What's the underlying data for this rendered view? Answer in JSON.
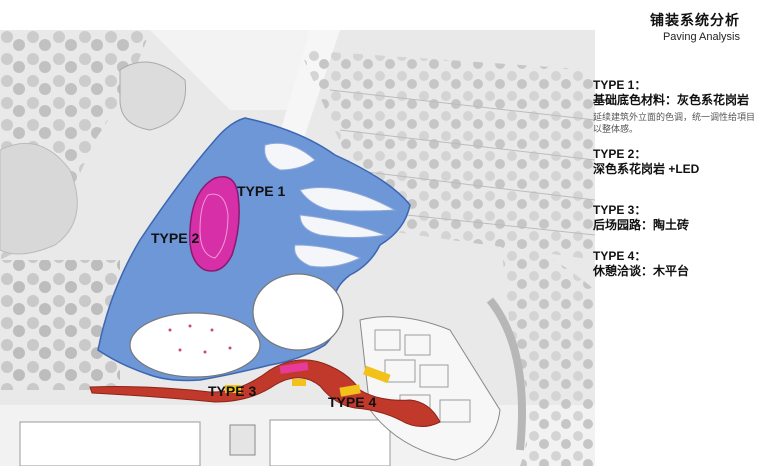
{
  "title": {
    "cn": "铺装系统分析",
    "en": "Paving Analysis"
  },
  "legend": [
    {
      "type": "TYPE 1：",
      "desc": "基础底色材料：灰色系花岗岩",
      "note": "延续建筑外立面的色调，统一调性给項目以整体感。",
      "color": "#6e97d8"
    },
    {
      "type": "TYPE 2：",
      "desc": "深色系花岗岩 +LED",
      "note": "",
      "color": "#d62fa8"
    },
    {
      "type": "TYPE 3：",
      "desc": "后场园路：陶土砖",
      "note": "",
      "color": "#c0392b"
    },
    {
      "type": "TYPE 4：",
      "desc": "休憩洽谈：木平台",
      "note": "",
      "color": "#f2c21a"
    }
  ],
  "map_labels": {
    "type1": "TYPE 1",
    "type2": "TYPE 2",
    "type3": "TYPE 3",
    "type4": "TYPE 4"
  }
}
